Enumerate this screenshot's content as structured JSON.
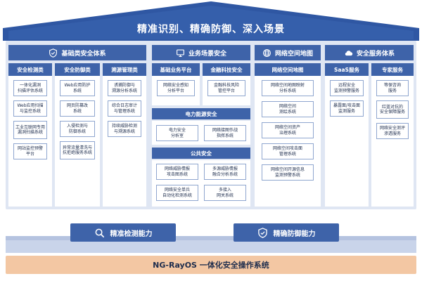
{
  "roof": {
    "title": "精准识别、精确防御、深入场景"
  },
  "sections": {
    "basic": {
      "title": "基础类安全体系",
      "icon": "shield-check-icon"
    },
    "business": {
      "title": "业务场景安全",
      "icon": "monitor-icon"
    },
    "network": {
      "title": "网络空间地图",
      "icon": "globe-icon"
    },
    "service": {
      "title": "安全服务体系",
      "icon": "cloud-icon"
    }
  },
  "columns": {
    "detect": {
      "header": "安全检测类",
      "cards": [
        "一体化漏洞\n扫描评估系统",
        "Web应用扫描\n与监控系统",
        "工业互联网专用\n漏洞扫描系统",
        "网站监控预警\n平台"
      ]
    },
    "defense": {
      "header": "安全防御类",
      "cards": [
        "Web应用防护\n系统",
        "网页防篡改\n系统",
        "入侵检测与\n防御系统",
        "异常流量清洗与\n抗拒绝服务系统"
      ]
    },
    "trace": {
      "header": "溯源管理类",
      "cards": [
        "诱捕防御与\n溯源分析系统",
        "综合日志审计\n与管理系统",
        "持续威胁检测\n与溯源系统"
      ]
    },
    "platform": {
      "header": "基础业务平台",
      "cards": [
        "网络安全感知\n分析平台"
      ]
    },
    "finance": {
      "header": "金融科技安全",
      "cards": [
        "金融科技风险\n管控平台"
      ]
    },
    "power": {
      "header": "电力能源安全",
      "cards": [
        "电力安全\n分析室",
        "网络接图作战\n指挥系统"
      ]
    },
    "public": {
      "header": "公共安全",
      "cards": [
        "网络威胁情报\n攻击图系统",
        "多源威胁情报\n融合分析系统",
        "网络安全单兵\n自动化检测系统",
        "多接入\n网关系统"
      ]
    },
    "netmap": {
      "header": "网络空间地图",
      "cards": [
        "网络空间地图映射\n分析系统",
        "网络空间\n测绘系统",
        "网络空间资产\n治理系统",
        "网络空间攻击面\n管理系统",
        "网络空间开源信息\n监测预警系统"
      ]
    },
    "saas": {
      "header": "SaaS服务",
      "cards": [
        "远程安全\n监测预警服务",
        "暴露面/攻击面\n监测服务"
      ]
    },
    "expert": {
      "header": "专家服务",
      "cards": [
        "等保咨询\n服务",
        "红蓝对抗的\n安全保障服务",
        "网络安全测评\n渗透服务"
      ]
    }
  },
  "capabilities": {
    "detect": {
      "label": "精准检测能力",
      "icon": "search-icon"
    },
    "defense": {
      "label": "精确防御能力",
      "icon": "shield-check-icon"
    }
  },
  "os": {
    "title": "NG-RayOS 一体化安全操作系统"
  },
  "colors": {
    "primary": "#3e63a9",
    "roof": "#2f57a3",
    "frame": "#dfe6f3",
    "card_border": "#8fa6cf",
    "os_bar": "#f3c7a3",
    "ink": "#1e2d4d"
  }
}
